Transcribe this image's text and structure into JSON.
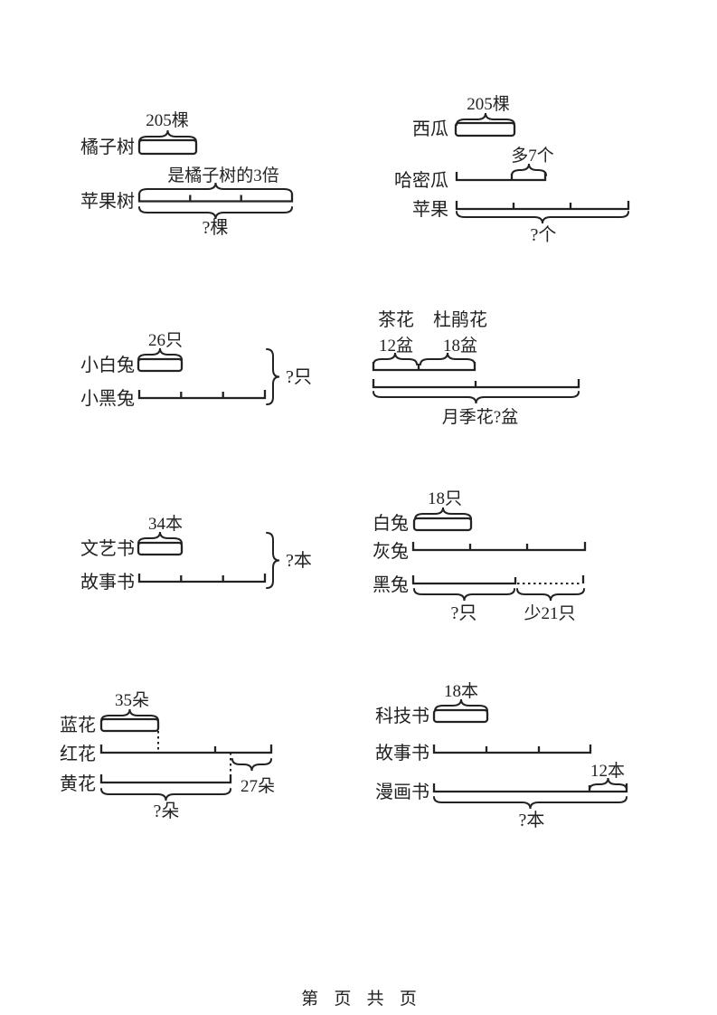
{
  "page": {
    "background": "#ffffff",
    "ink": "#222222",
    "footer": "第 页 共 页"
  },
  "diagrams": [
    {
      "rows": [
        {
          "label": "橘子树",
          "brace_value": "205棵"
        },
        {
          "label": "苹果树",
          "brace_value": "是橘子树的3倍"
        }
      ],
      "question": "?棵"
    },
    {
      "rows": [
        {
          "label": "西瓜",
          "brace_value": "205棵"
        },
        {
          "label": "哈密瓜",
          "brace_value": "多7个"
        },
        {
          "label": "苹果"
        }
      ],
      "question": "?个"
    },
    {
      "rows": [
        {
          "label": "小白兔",
          "brace_value": "26只"
        },
        {
          "label": "小黑兔"
        }
      ],
      "question": "?只"
    },
    {
      "groups": [
        {
          "label": "茶花",
          "value": "12盆"
        },
        {
          "label": "杜鹃花",
          "value": "18盆"
        }
      ],
      "question": "月季花?盆"
    },
    {
      "rows": [
        {
          "label": "文艺书",
          "brace_value": "34本"
        },
        {
          "label": "故事书"
        }
      ],
      "question": "?本"
    },
    {
      "rows": [
        {
          "label": "白兔",
          "brace_value": "18只"
        },
        {
          "label": "灰兔"
        },
        {
          "label": "黑兔"
        }
      ],
      "question": "?只",
      "difference": "少21只"
    },
    {
      "rows": [
        {
          "label": "蓝花",
          "brace_value": "35朵"
        },
        {
          "label": "红花"
        },
        {
          "label": "黄花"
        }
      ],
      "question": "?朵",
      "difference": "27朵"
    },
    {
      "rows": [
        {
          "label": "科技书",
          "brace_value": "18本"
        },
        {
          "label": "故事书"
        },
        {
          "label": "漫画书",
          "brace_value": "12本"
        }
      ],
      "question": "?本"
    }
  ]
}
